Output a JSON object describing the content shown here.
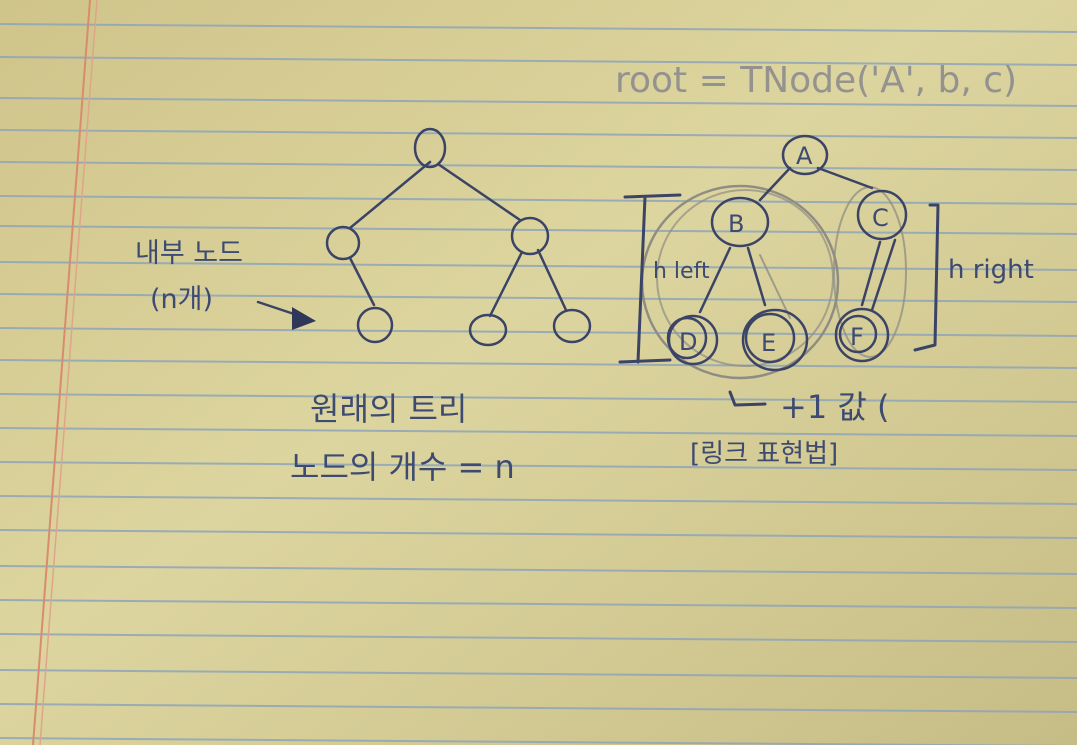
{
  "colors": {
    "paper": "#d9d09a",
    "rule_line": "#8ea6b9",
    "margin_line": "#d98b6e",
    "ink": "#3b4466",
    "pencil": "#8f8d83"
  },
  "handwriting": {
    "top_code": "root = TNode('A', b, c)",
    "internal_node_label": "내부 노드",
    "internal_node_count": "(n개)",
    "caption_line1": "원래의 트리",
    "caption_line2": "노드의 개수 = n",
    "height_left": "h left",
    "height_right": "h right",
    "plus_one": "+1 값 (",
    "bracket_note": "[링크 표현법]"
  },
  "tree_nodes": {
    "a": "A",
    "b": "B",
    "c": "C",
    "d": "D",
    "e": "E",
    "f": "F"
  }
}
